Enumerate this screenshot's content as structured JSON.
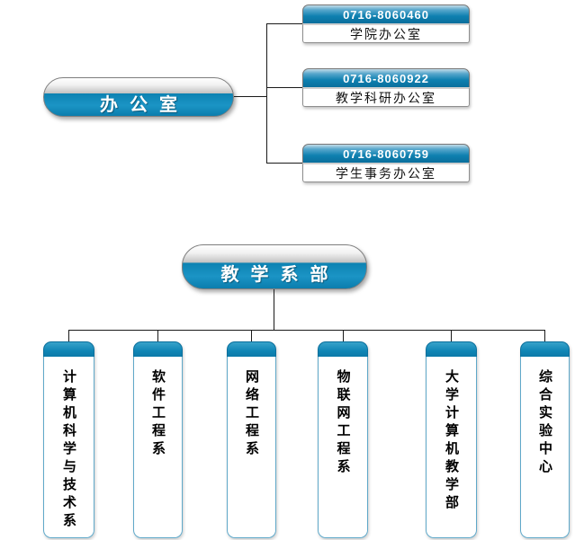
{
  "admin_chart": {
    "root_label": "办公室",
    "offices": [
      {
        "phone": "0716-8060460",
        "name": "学院办公室"
      },
      {
        "phone": "0716-8060922",
        "name": "教学科研办公室"
      },
      {
        "phone": "0716-8060759",
        "name": "学生事务办公室"
      }
    ]
  },
  "teaching_chart": {
    "root_label": "教学系部",
    "departments": [
      {
        "name": "计算机科学与技术系"
      },
      {
        "name": "软件工程系"
      },
      {
        "name": "网络工程系"
      },
      {
        "name": "物联网工程系"
      },
      {
        "name": "大学计算机教学部"
      },
      {
        "name": "综合实验中心"
      }
    ]
  },
  "colors": {
    "accent_teal": "#0f85b5",
    "line": "#1a1a1a",
    "box_background": "#ffffff"
  }
}
